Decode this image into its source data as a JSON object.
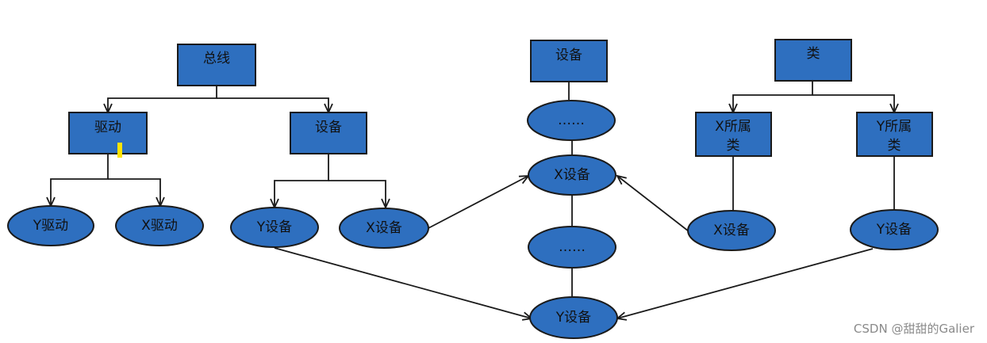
{
  "colors": {
    "node_fill": "#2E6FBF",
    "node_stroke": "#1a1a1a",
    "edge": "#1a1a1a",
    "highlight": "#FFE400",
    "watermark": "#8a8a8a"
  },
  "bus_tree": {
    "root": "总线",
    "driver": "驱动",
    "device": "设备",
    "y_driver": "Y驱动",
    "x_driver": "X驱动",
    "y_device": "Y设备",
    "x_device": "X设备"
  },
  "device_chain": {
    "header": "设备",
    "ellipsis_top": "……",
    "x_device": "X设备",
    "ellipsis_mid": "……",
    "y_device": "Y设备"
  },
  "class_tree": {
    "root": "类",
    "x_class_line1": "X所属",
    "x_class_line2": "类",
    "y_class_line1": "Y所属",
    "y_class_line2": "类",
    "x_device": "X设备",
    "y_device": "Y设备"
  },
  "watermark": "CSDN @甜甜的Galier"
}
